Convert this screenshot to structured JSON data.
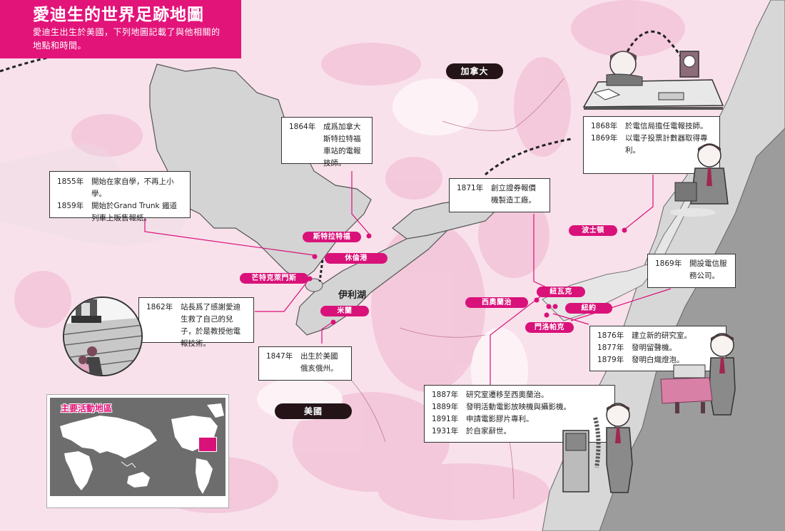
{
  "header": {
    "title": "愛迪生的世界足跡地圖",
    "subtitle": "愛迪生出生於美國，下列地圖記載了與他相關的地點和時間。"
  },
  "countries": [
    {
      "id": "canada",
      "label": "加拿大"
    },
    {
      "id": "usa",
      "label": "美國"
    }
  ],
  "lakes": [
    {
      "id": "lake-erie",
      "label": "伊利湖"
    }
  ],
  "places": [
    {
      "id": "stratford",
      "label": "斯特拉特福"
    },
    {
      "id": "port-huron",
      "label": "休倫港"
    },
    {
      "id": "mount-clemens",
      "label": "芒特克萊門斯"
    },
    {
      "id": "milan",
      "label": "米蘭"
    },
    {
      "id": "boston",
      "label": "波士頓"
    },
    {
      "id": "newark",
      "label": "紐瓦克"
    },
    {
      "id": "west-orange",
      "label": "西奧蘭治"
    },
    {
      "id": "new-york",
      "label": "紐約"
    },
    {
      "id": "menlo-park",
      "label": "門洛帕克"
    }
  ],
  "events": {
    "box_1855": [
      {
        "year": "1855年",
        "text": "開始在家自學，不再上小學。"
      },
      {
        "year": "1859年",
        "text": "開始於Grand Trunk 鐵道列車上販售報紙。"
      }
    ],
    "box_1864": [
      {
        "year": "1864年",
        "text": "成爲加拿大斯特拉特福車站的電報技師。"
      }
    ],
    "box_1862": [
      {
        "year": "1862年",
        "text": "站長爲了感謝愛迪生救了自己的兒子，於是教授他電報技術。"
      }
    ],
    "box_1847": [
      {
        "year": "1847年",
        "text": "出生於美國俄亥俄州。"
      }
    ],
    "box_1871": [
      {
        "year": "1871年",
        "text": "創立證券報價機製造工廠。"
      }
    ],
    "box_1868": [
      {
        "year": "1868年",
        "text": "於電信局擔任電報技師。"
      },
      {
        "year": "1869年",
        "text": "以電子投票計數器取得專利。"
      }
    ],
    "box_1869": [
      {
        "year": "1869年",
        "text": "開設電信服務公司。"
      }
    ],
    "box_1876": [
      {
        "year": "1876年",
        "text": "建立新的研究室。"
      },
      {
        "year": "1877年",
        "text": "發明留聲機。"
      },
      {
        "year": "1879年",
        "text": "發明白熾燈泡。"
      }
    ],
    "box_1887": [
      {
        "year": "1887年",
        "text": "研究室遷移至西奧蘭治。"
      },
      {
        "year": "1889年",
        "text": "發明活動電影放映機與攝影機。"
      },
      {
        "year": "1891年",
        "text": "申請電影膠片專利。"
      },
      {
        "year": "1931年",
        "text": "於自家辭世。"
      }
    ]
  },
  "inset": {
    "title": "主要活動地區"
  },
  "colors": {
    "accent": "#e2147a",
    "place_tag": "#d9127a",
    "land_gray": "#d4d4d4",
    "map_pink": "#f8e1eb",
    "ocean_gray": "#9a9a9a",
    "country_tag": "#241418"
  }
}
